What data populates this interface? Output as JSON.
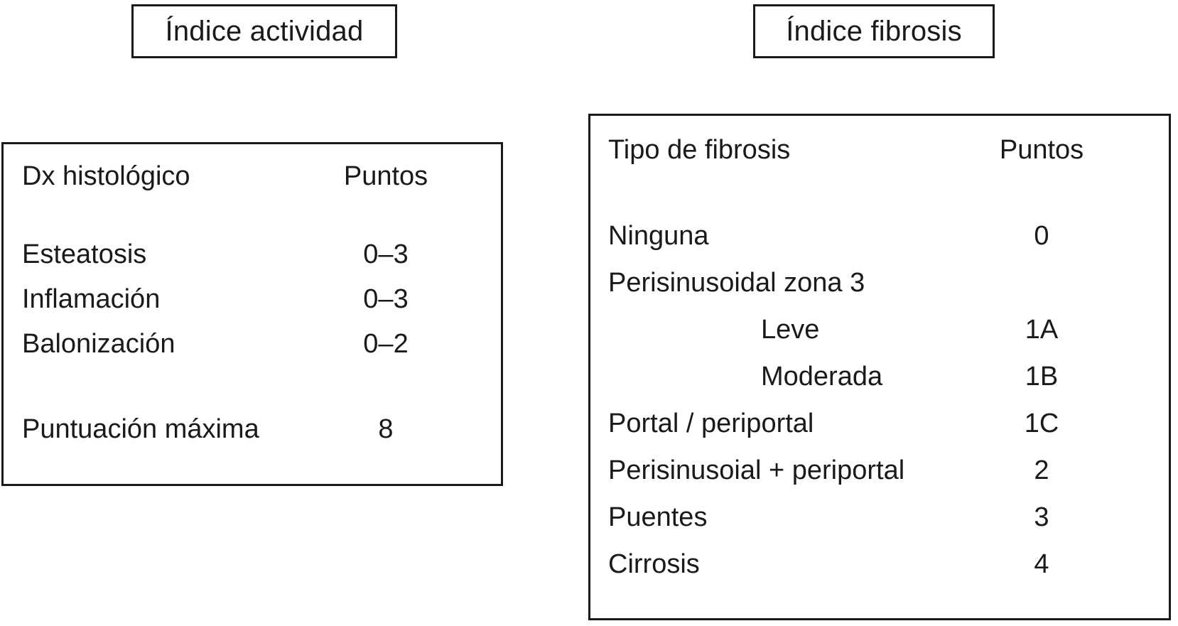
{
  "titles": {
    "activity": "Índice actividad",
    "fibrosis": "Índice fibrosis"
  },
  "activity_table": {
    "header": {
      "label": "Dx histológico",
      "points": "Puntos"
    },
    "rows": [
      {
        "label": "Esteatosis",
        "points": "0–3"
      },
      {
        "label": "Inflamación",
        "points": "0–3"
      },
      {
        "label": "Balonización",
        "points": "0–2"
      }
    ],
    "total": {
      "label": "Puntuación máxima",
      "points": "8"
    }
  },
  "fibrosis_table": {
    "header": {
      "label": "Tipo de fibrosis",
      "points": "Puntos"
    },
    "rows": [
      {
        "label": "Ninguna",
        "points": "0",
        "indent": 0
      },
      {
        "label": "Perisinusoidal zona 3",
        "points": "",
        "indent": 0
      },
      {
        "label": "Leve",
        "points": "1A",
        "indent": 1
      },
      {
        "label": "Moderada",
        "points": "1B",
        "indent": 1
      },
      {
        "label": "Portal / periportal",
        "points": "1C",
        "indent": 0
      },
      {
        "label": "Perisinusoial + periportal",
        "points": "2",
        "indent": 0
      },
      {
        "label": "Puentes",
        "points": "3",
        "indent": 0
      },
      {
        "label": "Cirrosis",
        "points": "4",
        "indent": 0
      }
    ]
  },
  "colors": {
    "ink": "#1a1a1a",
    "background": "#ffffff",
    "border": "#1a1a1a"
  }
}
